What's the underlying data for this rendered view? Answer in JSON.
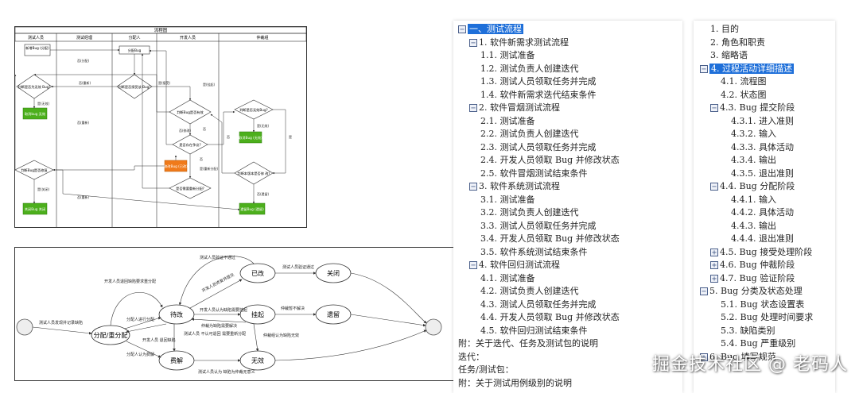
{
  "swimlane": {
    "title": "流程图",
    "lanes": [
      "测试人员",
      "测试经理",
      "分配人",
      "开发人员",
      "仲裁组"
    ],
    "nodes": {
      "new_bug": "新增Bug\n(分配)",
      "assign_bug": "分配Bug",
      "tester_judge": "判断是否为无效\nBug?",
      "assignee_judge": "判断是否接受该\nBug?",
      "is_valid": "是(无效)",
      "cancel_bug": "取消bug\n无效",
      "dev_judge": "判断Bug是否有效",
      "dev_dispute": "是否存在争议?",
      "fix_bug": "修改Bug\n(已改)",
      "pending_judge": "是否需要重新分配?",
      "arb_judge": "判断是否无效Bug?",
      "arb_cancel": "取消Bug\n(无效)",
      "arb_version": "判断本版本是否修\n改?",
      "arb_defer": "遗留Bug\n(遗留)",
      "tester_verify": "判断Bug是否修复",
      "close_bug": "关闭Bug\n关闭"
    },
    "edges": {
      "e_assign": "否(分配)",
      "e_reject": "否(重新)",
      "e_accept": "是(接受)",
      "e_invalid": "是(无效)",
      "e_no1": "否",
      "e_pending": "是(挂起)",
      "e_reassign": "是(重新分配)",
      "e_no2": "否",
      "e_yes_closed": "是(关闭)",
      "e_reopen": "否(重新)",
      "e_reassign2": "否(重新)",
      "e_fix": "否(修改)",
      "e_no3": "否",
      "e_defer": "否(遗留)",
      "e_arb_invalid": "是(无效)",
      "e_yes": "是"
    }
  },
  "statediagram": {
    "states": [
      "分配/重分配",
      "待改",
      "已改",
      "关闭",
      "挂起",
      "遗留",
      "费解",
      "无效"
    ],
    "transitions": {
      "t_new": "测试人员发现并记录缺陷",
      "t_assign": "分配人进行分配",
      "t_reassign": "开发人员退回缺陷要求重分配",
      "t_tester_fail": "测试人员验证不通过",
      "t_dev_fixed": "开发人员修复并提交",
      "t_tester_pass": "测试人员验证通过",
      "t_dev_pending": "开发人员认为缺陷需要挂起",
      "t_arb_resolve": "仲裁为缺陷需要解决",
      "t_arb_defer": "仲裁暂不解决",
      "t_return": "开发人员\n退回缺陷",
      "t_tester_reject": "测试人员\n不认可退回\n需要重新分配",
      "t_arb_invalid": "仲裁组认为缺陷无效",
      "t_assign_confuse": "分配人认为费解",
      "t_tester_invalid": "测试人员认为\n缺陷为仲裁无意义"
    }
  },
  "outline_left": [
    {
      "level": 0,
      "toggle": "minus",
      "label": "一、测试流程",
      "highlight": true
    },
    {
      "level": 1,
      "toggle": "minus",
      "label": "1. 软件新需求测试流程"
    },
    {
      "level": 2,
      "label": "1.1. 测试准备"
    },
    {
      "level": 2,
      "label": "1.2. 测试负责人创建迭代"
    },
    {
      "level": 2,
      "label": "1.3. 测试人员领取任务并完成"
    },
    {
      "level": 2,
      "label": "1.4. 软件新需求迭代结束条件"
    },
    {
      "level": 1,
      "toggle": "minus",
      "label": "2. 软件冒烟测试流程"
    },
    {
      "level": 2,
      "label": "2.1. 测试准备"
    },
    {
      "level": 2,
      "label": "2.2. 测试负责人创建迭代"
    },
    {
      "level": 2,
      "label": "2.3. 测试人员领取任务并完成"
    },
    {
      "level": 2,
      "label": "2.4. 开发人员领取 Bug 并修改状态"
    },
    {
      "level": 2,
      "label": "2.5. 软件冒烟测试结束条件"
    },
    {
      "level": 1,
      "toggle": "minus",
      "label": "3. 软件系统测试流程"
    },
    {
      "level": 2,
      "label": "3.1. 测试准备"
    },
    {
      "level": 2,
      "label": "3.2. 测试负责人创建迭代"
    },
    {
      "level": 2,
      "label": "3.3. 测试人员领取任务并完成"
    },
    {
      "level": 2,
      "label": "3.4. 开发人员领取 Bug 并修改状态"
    },
    {
      "level": 2,
      "label": "3.5. 软件系统测试结束条件"
    },
    {
      "level": 1,
      "toggle": "minus",
      "label": "4. 软件回归测试流程"
    },
    {
      "level": 2,
      "label": "4.1. 测试准备"
    },
    {
      "level": 2,
      "label": "4.2. 测试负责人创建迭代"
    },
    {
      "level": 2,
      "label": "4.3. 测试人员领取任务并完成"
    },
    {
      "level": 2,
      "label": "4.4. 开发人员领取 Bug 并修改状态"
    },
    {
      "level": 2,
      "label": "4.5. 软件回归测试结束条件"
    },
    {
      "level": 0,
      "label": "附：关于迭代、任务及测试包的说明"
    },
    {
      "level": 0,
      "label": "迭代："
    },
    {
      "level": 0,
      "label": "任务/测试包："
    },
    {
      "level": 0,
      "label": "附：关于测试用例级别的说明"
    }
  ],
  "outline_right": [
    {
      "level": 1,
      "label": "1. 目的"
    },
    {
      "level": 1,
      "label": "2. 角色和职责"
    },
    {
      "level": 1,
      "label": "3. 缩略语"
    },
    {
      "level": 0,
      "toggle": "minus",
      "label": "4. 过程活动详细描述",
      "highlight": true
    },
    {
      "level": 2,
      "label": "4.1. 流程图"
    },
    {
      "level": 2,
      "label": "4.2. 状态图"
    },
    {
      "level": 1,
      "toggle": "minus",
      "label": "4.3. Bug 提交阶段"
    },
    {
      "level": 3,
      "label": "4.3.1.  进入准则"
    },
    {
      "level": 3,
      "label": "4.3.2.  输入"
    },
    {
      "level": 3,
      "label": "4.3.3.  具体活动"
    },
    {
      "level": 3,
      "label": "4.3.4.  输出"
    },
    {
      "level": 3,
      "label": "4.3.5.  退出准则"
    },
    {
      "level": 1,
      "toggle": "minus",
      "label": "4.4. Bug 分配阶段"
    },
    {
      "level": 3,
      "label": "4.4.1.  输入"
    },
    {
      "level": 3,
      "label": "4.4.2.  具体活动"
    },
    {
      "level": 3,
      "label": "4.4.3.  输出"
    },
    {
      "level": 3,
      "label": "4.4.4.  退出准则"
    },
    {
      "level": 1,
      "toggle": "plus",
      "label": "4.5. Bug 接受处理阶段"
    },
    {
      "level": 1,
      "toggle": "plus",
      "label": "4.6.  Bug 仲裁阶段"
    },
    {
      "level": 1,
      "toggle": "plus",
      "label": "4.7.  Bug 验证阶段"
    },
    {
      "level": 0,
      "toggle": "minus",
      "label": "5. Bug 分类及状态处理"
    },
    {
      "level": 2,
      "label": "5.1.  Bug 状态设置表"
    },
    {
      "level": 2,
      "label": "5.2.  Bug 处理时间要求"
    },
    {
      "level": 2,
      "label": "5.3.  缺陷类别"
    },
    {
      "level": 2,
      "label": "5.4.  Bug 严重级别"
    },
    {
      "level": 0,
      "toggle": "plus",
      "label": "6. Bug 填写规范"
    }
  ],
  "watermark": "掘金技术社区 @ 老码人",
  "colors": {
    "highlight": "#1e6fd9",
    "green": "#4caf1c",
    "orange": "#f07a1a"
  }
}
